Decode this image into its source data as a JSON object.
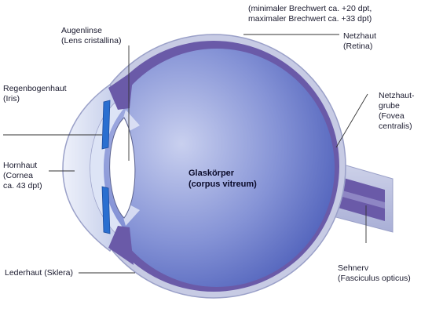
{
  "labels": {
    "brechwert": "(minimaler Brechwert ca. +20 dpt,\nmaximaler Brechwert ca. +33 dpt)",
    "augenlinse": "Augenlinse\n(Lens cristallina)",
    "netzhaut": "Netzhaut\n(Retina)",
    "regenbogenhaut": "Regenbogenhaut\n(Iris)",
    "netzhautgrube": "Netzhaut-\ngrube\n(Fovea\ncentralis)",
    "hornhaut": "Hornhaut\n(Cornea\nca. 43 dpt)",
    "glaskoerper": "Glaskörper\n(corpus vitreum)",
    "lederhaut": "Lederhaut (Sklera)",
    "sehnerv": "Sehnerv\n(Fasciculus opticus)"
  },
  "colors": {
    "sclera": "#c7cbe4",
    "sclera_edge": "#9aa0c8",
    "choroid": "#6a5aa8",
    "vitreous_light": "#c9d0ef",
    "vitreous_dark": "#4a5cb8",
    "cornea": "#d3dcf2",
    "iris": "#2a6fd0",
    "lens": "#ffffff"
  }
}
